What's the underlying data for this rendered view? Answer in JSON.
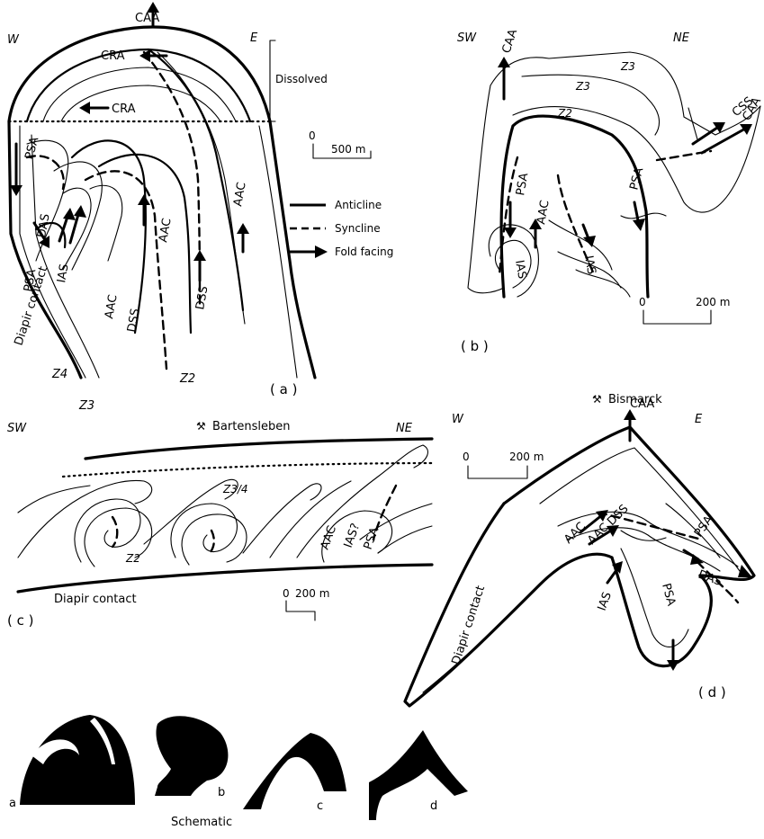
{
  "panel_a": {
    "dir_left": "W",
    "dir_right": "E",
    "dissolved": "Dissolved",
    "caa": "CAA",
    "cra_top": "CRA",
    "cra_mid": "CRA",
    "psa_upper": "PSA",
    "psa_lower": "PSA",
    "das": "DAS",
    "ias": "IAS",
    "aac_1": "AAC",
    "aac_2": "AAC",
    "aac_3": "AAC",
    "dss_1": "DSS",
    "dss_2": "DSS",
    "diapir_contact": "Diapir contact",
    "z4": "Z4",
    "z3": "Z3",
    "z2": "Z2",
    "label": "( a )",
    "scale_zero": "0",
    "scale_text": "500 m"
  },
  "legend": {
    "anticline": "Anticline",
    "syncline": "Syncline",
    "fold_facing": "Fold facing"
  },
  "panel_b": {
    "dir_left": "SW",
    "dir_right": "NE",
    "caa_left": "CAA",
    "caa_right": "CAA",
    "css": "CSS",
    "z3_a": "Z3",
    "z3_b": "Z3",
    "z2": "Z2",
    "psa_left": "PSA",
    "psa_right": "PSA",
    "aac": "AAC",
    "ias_left": "IAS",
    "ias_right": "IAS",
    "label": "( b )",
    "scale_zero": "0",
    "scale_text": "200 m"
  },
  "panel_c": {
    "dir_left": "SW",
    "dir_right": "NE",
    "mine": "Bartensleben",
    "z34": "Z3/4",
    "z2": "Z2",
    "aac": "AAC",
    "ias": "IAS?",
    "psa": "PSA",
    "diapir_contact": "Diapir contact",
    "label": "( c )",
    "scale_zero": "0",
    "scale_text": "200 m"
  },
  "panel_d": {
    "dir_left": "W",
    "dir_right": "E",
    "mine": "Bismarck",
    "caa": "CAA",
    "aac_1": "AAC",
    "aac_2": "AAC",
    "dss": "DSS",
    "psa_right": "PSA",
    "psa_lower": "PSA",
    "das": "DAS",
    "ias": "IAS",
    "diapir_contact": "Diapir contact",
    "label": "( d )",
    "scale_zero": "0",
    "scale_text": "200 m"
  },
  "schematic": {
    "title": "Schematic",
    "a": "a",
    "b": "b",
    "c": "c",
    "d": "d"
  },
  "icons": {
    "mine_symbol": "crossed-hammers",
    "legend_anticline": "solid-line",
    "legend_syncline": "dashed-line",
    "legend_facing": "arrow"
  }
}
